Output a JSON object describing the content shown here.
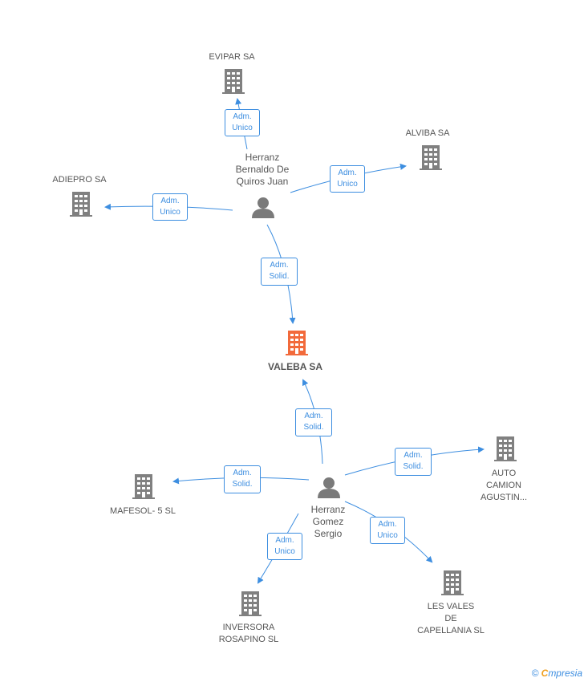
{
  "colors": {
    "edge": "#3d8ee0",
    "building": "#808080",
    "main_building": "#f26a3b",
    "person": "#7a7a7a"
  },
  "main_company": {
    "name": "VALEBA SA",
    "icon": "building-icon"
  },
  "persons": [
    {
      "id": "p1",
      "name": "Herranz\nBernaldo De\nQuiros Juan",
      "icon": "person-icon"
    },
    {
      "id": "p2",
      "name": "Herranz\nGomez\nSergio",
      "icon": "person-icon"
    }
  ],
  "companies": [
    {
      "id": "evipar",
      "name": "EVIPAR SA"
    },
    {
      "id": "alviba",
      "name": "ALVIBA SA"
    },
    {
      "id": "adiepro",
      "name": "ADIEPRO SA"
    },
    {
      "id": "auto",
      "name": "AUTO\nCAMION\nAGUSTIN..."
    },
    {
      "id": "mafesol",
      "name": "MAFESOL- 5 SL"
    },
    {
      "id": "lesvales",
      "name": "LES VALES\nDE\nCAPELLANIA  SL"
    },
    {
      "id": "inversora",
      "name": "INVERSORA\nROSAPINO  SL"
    }
  ],
  "edges": [
    {
      "id": "e1",
      "label": "Adm.\nUnico"
    },
    {
      "id": "e2",
      "label": "Adm.\nUnico"
    },
    {
      "id": "e3",
      "label": "Adm.\nUnico"
    },
    {
      "id": "e4",
      "label": "Adm.\nSolid."
    },
    {
      "id": "e5",
      "label": "Adm.\nSolid."
    },
    {
      "id": "e6",
      "label": "Adm.\nSolid."
    },
    {
      "id": "e7",
      "label": "Adm.\nSolid."
    },
    {
      "id": "e8",
      "label": "Adm.\nUnico"
    },
    {
      "id": "e9",
      "label": "Adm.\nUnico"
    }
  ],
  "footer": {
    "copyright": "©",
    "brand_first": "C",
    "brand_rest": "mpresia"
  }
}
